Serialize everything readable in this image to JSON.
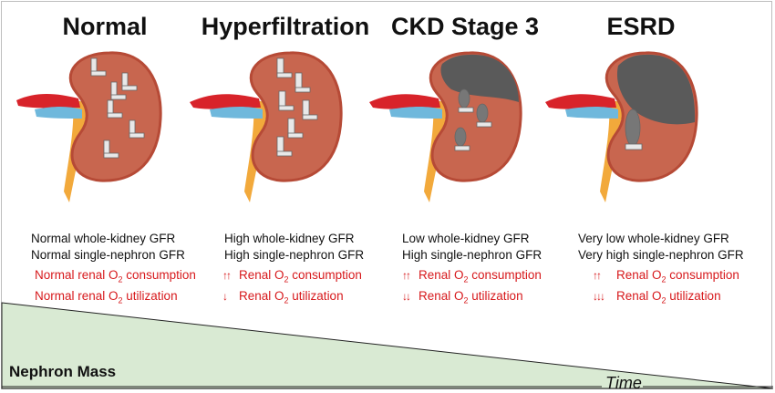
{
  "stages": [
    {
      "title": "Normal",
      "gfr_whole": "Normal whole-kidney GFR",
      "gfr_single": "Normal single-nephron GFR",
      "o2_consumption": "Normal renal O",
      "o2_consumption_tail": " consumption",
      "o2_utilization": "Normal renal O",
      "o2_utilization_tail": " utilization",
      "consumption_arrows": "",
      "utilization_arrows": ""
    },
    {
      "title": "Hyperfiltration",
      "gfr_whole": "High whole-kidney GFR",
      "gfr_single": "High single-nephron GFR",
      "o2_consumption": "Renal O",
      "o2_consumption_tail": " consumption",
      "o2_utilization": "Renal O",
      "o2_utilization_tail": " utilization",
      "consumption_arrows": "↑↑",
      "utilization_arrows": "↓"
    },
    {
      "title": "CKD Stage 3",
      "gfr_whole": "Low whole-kidney GFR",
      "gfr_single": "High single-nephron GFR",
      "o2_consumption": "Renal O",
      "o2_consumption_tail": " consumption",
      "o2_utilization": "Renal O",
      "o2_utilization_tail": " utilization",
      "consumption_arrows": "↑↑",
      "utilization_arrows": "↓↓"
    },
    {
      "title": "ESRD",
      "gfr_whole": "Very low whole-kidney GFR",
      "gfr_single": "Very high single-nephron GFR",
      "o2_consumption": "Renal O",
      "o2_consumption_tail": " consumption",
      "o2_utilization": "Renal O",
      "o2_utilization_tail": " utilization",
      "consumption_arrows": "↑↑",
      "utilization_arrows": "↓↓↓"
    }
  ],
  "o2_subscript": "2",
  "axis": {
    "nephron_mass_label": "Nephron Mass",
    "time_label": "Time"
  },
  "colors": {
    "kidney_tissue": "#c8664f",
    "kidney_outline": "#b64a36",
    "fibrosis": "#5a5a5a",
    "artery": "#d8232a",
    "vein": "#6fb8dc",
    "ureter": "#f2a93b",
    "nephron_mass_fill": "#d9ead3",
    "o2_text": "#d7191c"
  }
}
